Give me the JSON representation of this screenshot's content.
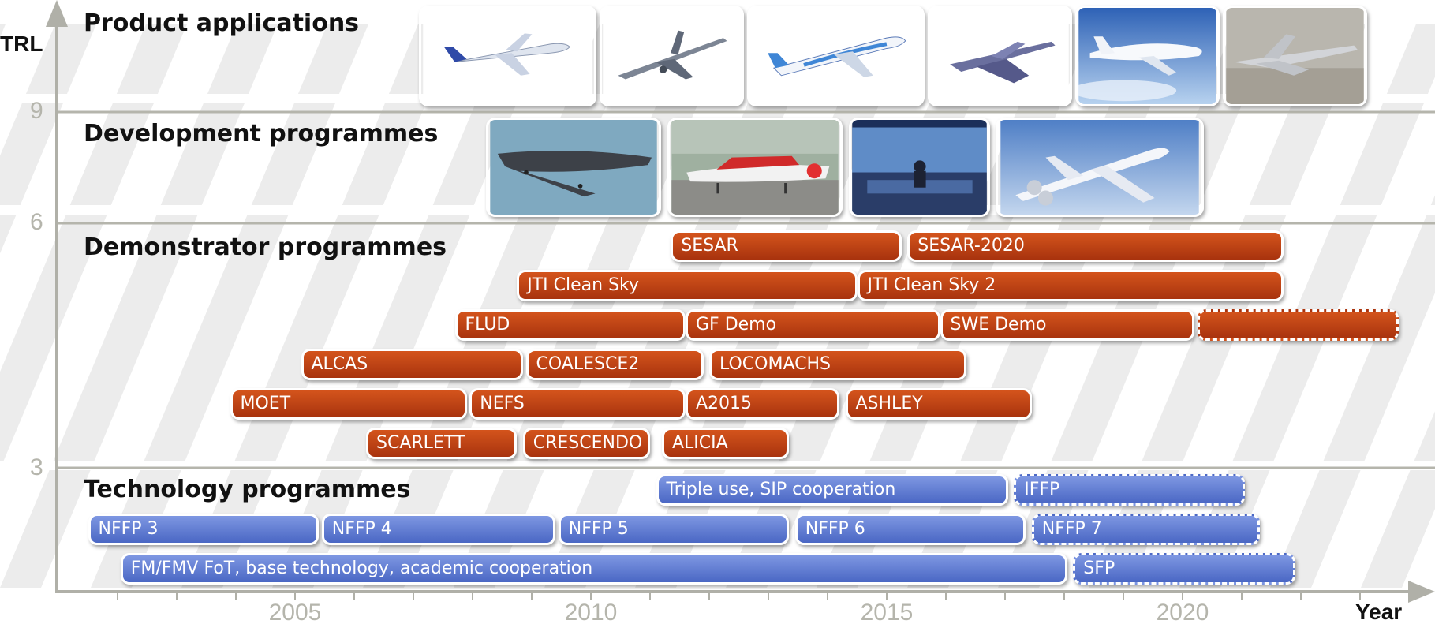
{
  "axis": {
    "y_label": "TRL",
    "x_label": "Year",
    "trl_ticks": [
      "9",
      "6",
      "3"
    ],
    "year_ticks": [
      "2005",
      "2010",
      "2015",
      "2020"
    ]
  },
  "sections": {
    "product": "Product applications",
    "development": "Development programmes",
    "demonstrator": "Demonstrator programmes",
    "technology": "Technology programmes"
  },
  "product_images": [
    {
      "icon": "airliner-image",
      "bg": "#ffffff"
    },
    {
      "icon": "fighter-jet-image",
      "bg": "#ffffff"
    },
    {
      "icon": "widebody-jet-image",
      "bg": "#ffffff"
    },
    {
      "icon": "delta-fighter-image",
      "bg": "#ffffff"
    },
    {
      "icon": "future-airliner-image",
      "bg": "#5f8fd0"
    },
    {
      "icon": "future-fighter-image",
      "bg": "#b9b6ae"
    }
  ],
  "development_images": [
    {
      "icon": "ucav-drone-image",
      "bg": "#7fa9c0"
    },
    {
      "icon": "uav-on-runway-image",
      "bg": "#9a9a96"
    },
    {
      "icon": "control-tower-image",
      "bg": "#2b4f86"
    },
    {
      "icon": "open-rotor-aircraft-image",
      "bg": "#7a9ccc"
    }
  ],
  "demonstrator_bars": [
    {
      "label": "SESAR",
      "start": 2011.35,
      "end": 2015.25,
      "row": 0,
      "style": "solid"
    },
    {
      "label": "SESAR-2020",
      "start": 2015.35,
      "end": 2021.7,
      "row": 0,
      "style": "solid"
    },
    {
      "label": "JTI Clean Sky",
      "start": 2008.75,
      "end": 2014.5,
      "row": 1,
      "style": "solid"
    },
    {
      "label": "JTI Clean Sky 2",
      "start": 2014.5,
      "end": 2021.7,
      "row": 1,
      "style": "solid"
    },
    {
      "label": "FLUD",
      "start": 2007.7,
      "end": 2011.6,
      "row": 2,
      "style": "solid"
    },
    {
      "label": "GF Demo",
      "start": 2011.6,
      "end": 2015.9,
      "row": 2,
      "style": "solid"
    },
    {
      "label": "SWE Demo",
      "start": 2015.9,
      "end": 2020.2,
      "row": 2,
      "style": "solid"
    },
    {
      "label": "",
      "start": 2020.25,
      "end": 2023.65,
      "row": 2,
      "style": "dashed"
    },
    {
      "label": "ALCAS",
      "start": 2005.1,
      "end": 2008.85,
      "row": 3,
      "style": "solid"
    },
    {
      "label": "COALESCE2",
      "start": 2008.9,
      "end": 2011.9,
      "row": 3,
      "style": "solid"
    },
    {
      "label": "LOCOMACHS",
      "start": 2012.0,
      "end": 2016.35,
      "row": 3,
      "style": "solid"
    },
    {
      "label": "MOET",
      "start": 2003.9,
      "end": 2007.9,
      "row": 4,
      "style": "solid"
    },
    {
      "label": "NEFS",
      "start": 2007.95,
      "end": 2011.6,
      "row": 4,
      "style": "solid"
    },
    {
      "label": "A2015",
      "start": 2011.6,
      "end": 2014.2,
      "row": 4,
      "style": "solid"
    },
    {
      "label": "ASHLEY",
      "start": 2014.3,
      "end": 2017.45,
      "row": 4,
      "style": "solid"
    },
    {
      "label": "SCARLETT",
      "start": 2006.2,
      "end": 2008.75,
      "row": 5,
      "style": "solid"
    },
    {
      "label": "CRESCENDO",
      "start": 2008.85,
      "end": 2011.0,
      "row": 5,
      "style": "solid"
    },
    {
      "label": "ALICIA",
      "start": 2011.2,
      "end": 2013.35,
      "row": 5,
      "style": "solid"
    }
  ],
  "technology_bars": [
    {
      "label": "Triple use, SIP cooperation",
      "start": 2011.1,
      "end": 2017.05,
      "row": 0,
      "style": "solid"
    },
    {
      "label": "IFFP",
      "start": 2017.15,
      "end": 2021.05,
      "row": 0,
      "style": "dashed"
    },
    {
      "label": "NFFP 3",
      "start": 2001.5,
      "end": 2005.4,
      "row": 1,
      "style": "solid"
    },
    {
      "label": "NFFP 4",
      "start": 2005.45,
      "end": 2009.4,
      "row": 1,
      "style": "solid"
    },
    {
      "label": "NFFP 5",
      "start": 2009.45,
      "end": 2013.35,
      "row": 1,
      "style": "solid"
    },
    {
      "label": "NFFP 6",
      "start": 2013.45,
      "end": 2017.35,
      "row": 1,
      "style": "solid"
    },
    {
      "label": "NFFP 7",
      "start": 2017.45,
      "end": 2021.3,
      "row": 1,
      "style": "dashed"
    },
    {
      "label": "FM/FMV FoT, base technology, academic cooperation",
      "start": 2002.05,
      "end": 2018.05,
      "row": 2,
      "style": "solid"
    },
    {
      "label": "SFP",
      "start": 2018.15,
      "end": 2021.9,
      "row": 2,
      "style": "dashed"
    }
  ],
  "colors": {
    "demonstrator": "#c0401a",
    "technology": "#5b78d4",
    "grid": "#b5b5ac",
    "axis": "#b0b0a8",
    "arrows": "#ececec"
  }
}
